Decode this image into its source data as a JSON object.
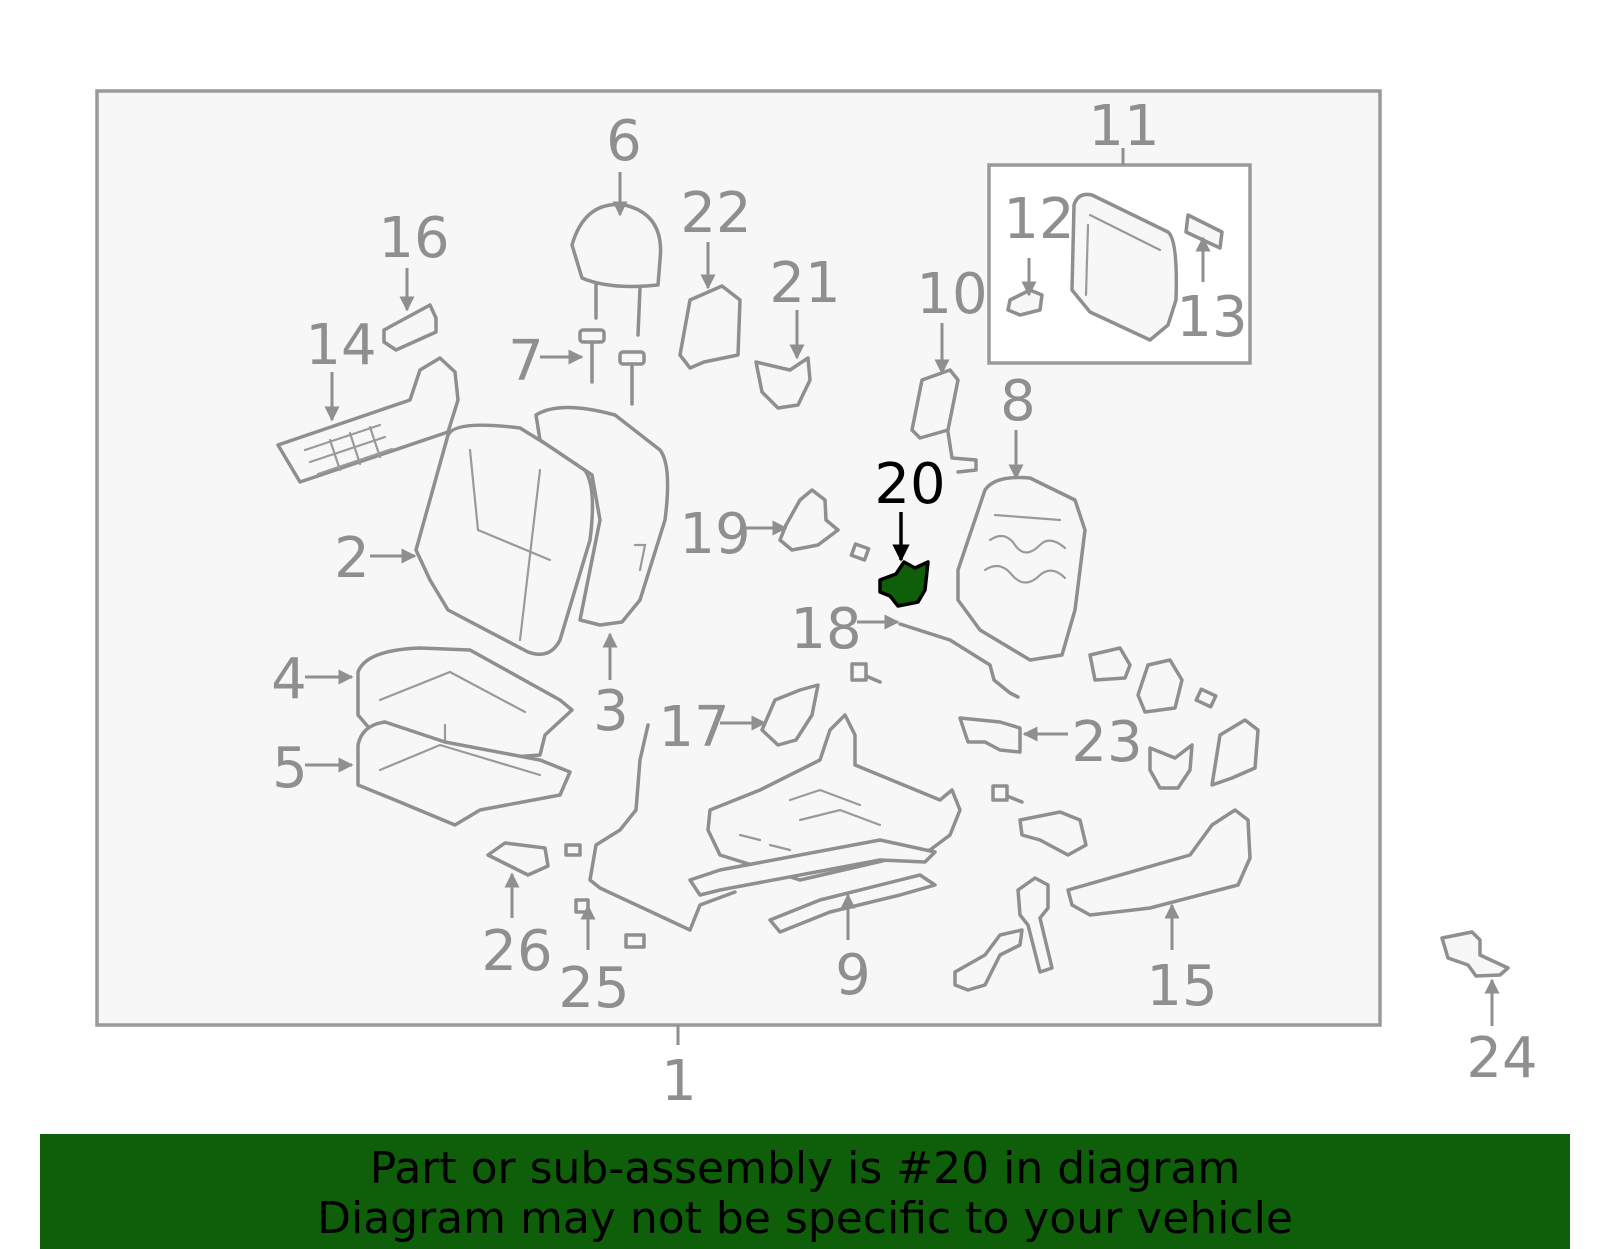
{
  "diagram": {
    "highlight_color": "#0f5e0a",
    "highlighted_part": "20",
    "callouts": {
      "c1": "1",
      "c2": "2",
      "c3": "3",
      "c4": "4",
      "c5": "5",
      "c6": "6",
      "c7": "7",
      "c8": "8",
      "c9": "9",
      "c10": "10",
      "c11": "11",
      "c12": "12",
      "c13": "13",
      "c14": "14",
      "c15": "15",
      "c16": "16",
      "c17": "17",
      "c18": "18",
      "c19": "19",
      "c20": "20",
      "c21": "21",
      "c22": "22",
      "c23": "23",
      "c24": "24",
      "c25": "25",
      "c26": "26"
    }
  },
  "banner": {
    "line1": "Part or sub-assembly is #20 in diagram",
    "line2": "Diagram may not be specific to your vehicle",
    "background": "#0f5e0a"
  }
}
